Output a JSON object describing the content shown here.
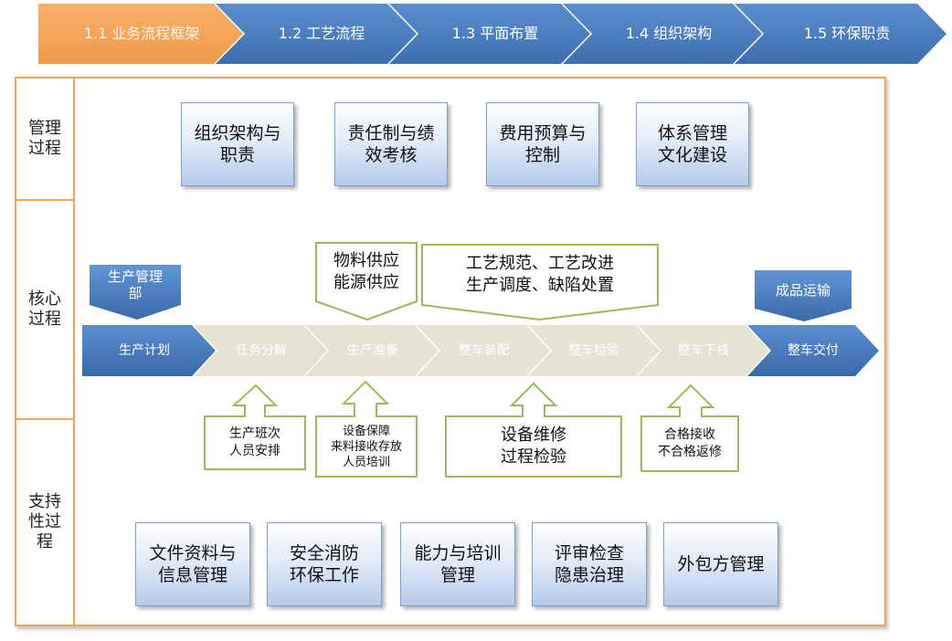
{
  "steps": [
    {
      "label": "1.1 业务流程框架",
      "active": true
    },
    {
      "label": "1.2 工艺流程",
      "active": false
    },
    {
      "label": "1.3 平面布置",
      "active": false
    },
    {
      "label": "1.4 组织架构",
      "active": false
    },
    {
      "label": "1.5 环保职责",
      "active": false
    }
  ],
  "sidebar": {
    "management": "管理过程",
    "core": "核心过程",
    "support": "支持性过程"
  },
  "management_boxes": [
    "组织架构与\n职责",
    "责任制与绩\n效考核",
    "费用预算与\n控制",
    "体系管理\n文化建设"
  ],
  "core": {
    "start_badge": "生产管理\n部",
    "end_badge": "成品运输",
    "callout_left": "物料供应\n能源供应",
    "callout_right": "工艺规范、工艺改进\n生产调度、缺陷处置",
    "process_steps": [
      "生产计划",
      "任务分解",
      "生产准备",
      "整车装配",
      "整车检验",
      "整车下线",
      "整车交付"
    ],
    "inputs": [
      "生产班次\n人员安排",
      "设备保障\n来料接收存放\n人员培训",
      "设备维修\n过程检验",
      "合格接收\n不合格返修"
    ]
  },
  "support_boxes": [
    "文件资料与\n信息管理",
    "安全消防\n环保工作",
    "能力与培训\n管理",
    "评审检查\n隐患治理",
    "外包方管理"
  ],
  "colors": {
    "active_step": "#f4a25a",
    "step": "#4a7ebb",
    "frame": "#f2a450",
    "process_blue": "#3f73b4",
    "process_gray": "#e6e2d4",
    "callout_border": "#9bbb59"
  }
}
